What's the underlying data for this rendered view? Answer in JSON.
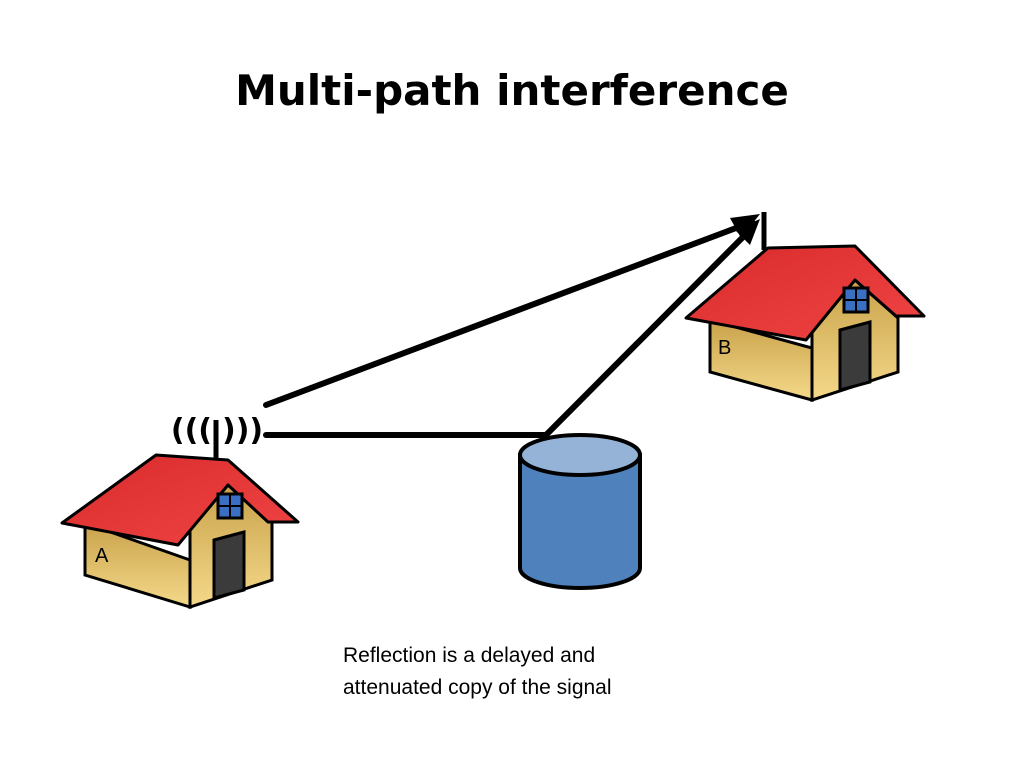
{
  "slide": {
    "title": "Multi-path interference",
    "house_a_label": "A",
    "house_b_label": "B",
    "caption_line1": "Reflection is a delayed and",
    "caption_line2": "attenuated copy of the signal",
    "antenna_waves_left": "(((",
    "antenna_waves_right": ")))"
  },
  "colors": {
    "roof": "#e8343a",
    "wall": "#e9c46a",
    "door": "#3b3b3b",
    "window": "#3a6fc4",
    "cylinder_body": "#4f81bd",
    "cylinder_top": "#95b3d7",
    "line": "#000000"
  },
  "icons": [
    "house-icon",
    "antenna-icon",
    "reflector-cylinder-icon",
    "arrow-icon"
  ]
}
